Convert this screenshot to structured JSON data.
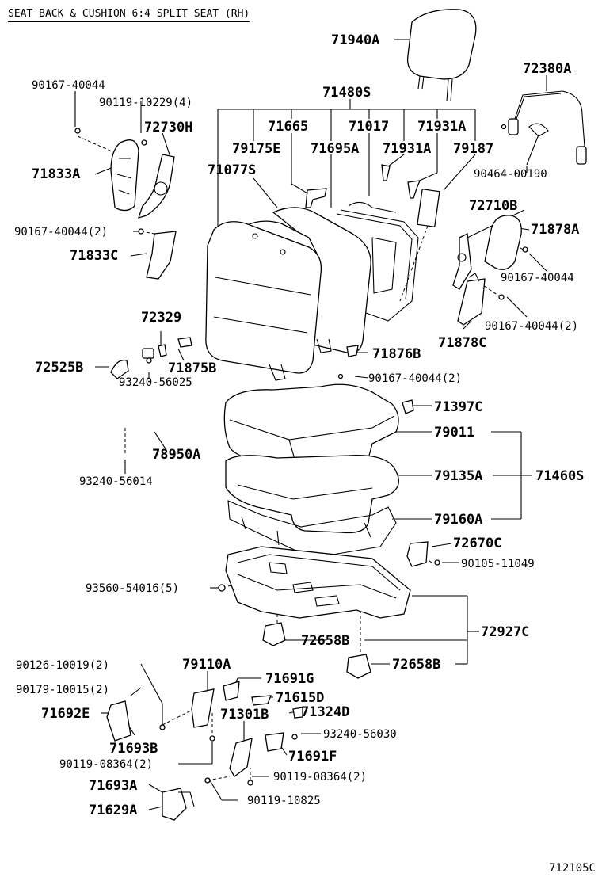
{
  "header": {
    "title": "SEAT BACK & CUSHION 6:4 SPLIT SEAT (RH)"
  },
  "footer": {
    "ref": "712105C"
  },
  "parts": [
    {
      "id": "p71940A",
      "label": "71940A",
      "size": "big"
    },
    {
      "id": "p72380A",
      "label": "72380A",
      "size": "big"
    },
    {
      "id": "p71480S",
      "label": "71480S",
      "size": "big"
    },
    {
      "id": "p90167_40044_a",
      "label": "90167-40044",
      "size": "small"
    },
    {
      "id": "p90119_10229",
      "label": "90119-10229(4)",
      "size": "small"
    },
    {
      "id": "p72730H",
      "label": "72730H",
      "size": "big"
    },
    {
      "id": "p71665",
      "label": "71665",
      "size": "big"
    },
    {
      "id": "p71017",
      "label": "71017",
      "size": "big"
    },
    {
      "id": "p71931A_a",
      "label": "71931A",
      "size": "big"
    },
    {
      "id": "p79175E",
      "label": "79175E",
      "size": "big"
    },
    {
      "id": "p71695A",
      "label": "71695A",
      "size": "big"
    },
    {
      "id": "p71931A_b",
      "label": "71931A",
      "size": "big"
    },
    {
      "id": "p79187",
      "label": "79187",
      "size": "big"
    },
    {
      "id": "p71833A",
      "label": "71833A",
      "size": "big"
    },
    {
      "id": "p71077S",
      "label": "71077S",
      "size": "big"
    },
    {
      "id": "p90464_00190",
      "label": "90464-00190",
      "size": "small"
    },
    {
      "id": "p72710B",
      "label": "72710B",
      "size": "big"
    },
    {
      "id": "p90167_40044_2a",
      "label": "90167-40044(2)",
      "size": "small"
    },
    {
      "id": "p71878A",
      "label": "71878A",
      "size": "big"
    },
    {
      "id": "p71833C",
      "label": "71833C",
      "size": "big"
    },
    {
      "id": "p90167_40044_b",
      "label": "90167-40044",
      "size": "small"
    },
    {
      "id": "p90167_40044_2b",
      "label": "90167-40044(2)",
      "size": "small"
    },
    {
      "id": "p72329",
      "label": "72329",
      "size": "big"
    },
    {
      "id": "p71878C",
      "label": "71878C",
      "size": "big"
    },
    {
      "id": "p72525B",
      "label": "72525B",
      "size": "big"
    },
    {
      "id": "p71875B",
      "label": "71875B",
      "size": "big"
    },
    {
      "id": "p71876B",
      "label": "71876B",
      "size": "big"
    },
    {
      "id": "p93240_56025",
      "label": "93240-56025",
      "size": "small"
    },
    {
      "id": "p90167_40044_2c",
      "label": "90167-40044(2)",
      "size": "small"
    },
    {
      "id": "p71397C",
      "label": "71397C",
      "size": "big"
    },
    {
      "id": "p79011",
      "label": "79011",
      "size": "big"
    },
    {
      "id": "p78950A",
      "label": "78950A",
      "size": "big"
    },
    {
      "id": "p79135A",
      "label": "79135A",
      "size": "big"
    },
    {
      "id": "p71460S",
      "label": "71460S",
      "size": "big"
    },
    {
      "id": "p93240_56014",
      "label": "93240-56014",
      "size": "small"
    },
    {
      "id": "p79160A",
      "label": "79160A",
      "size": "big"
    },
    {
      "id": "p72670C",
      "label": "72670C",
      "size": "big"
    },
    {
      "id": "p90105_11049",
      "label": "90105-11049",
      "size": "small"
    },
    {
      "id": "p93560_54016",
      "label": "93560-54016(5)",
      "size": "small"
    },
    {
      "id": "p72927C",
      "label": "72927C",
      "size": "big"
    },
    {
      "id": "p72658B_a",
      "label": "72658B",
      "size": "big"
    },
    {
      "id": "p72658B_b",
      "label": "72658B",
      "size": "big"
    },
    {
      "id": "p90126_10019",
      "label": "90126-10019(2)",
      "size": "small"
    },
    {
      "id": "p79110A",
      "label": "79110A",
      "size": "big"
    },
    {
      "id": "p71691G",
      "label": "71691G",
      "size": "big"
    },
    {
      "id": "p90179_10015",
      "label": "90179-10015(2)",
      "size": "small"
    },
    {
      "id": "p71615D",
      "label": "71615D",
      "size": "big"
    },
    {
      "id": "p71692E",
      "label": "71692E",
      "size": "big"
    },
    {
      "id": "p71301B",
      "label": "71301B",
      "size": "big"
    },
    {
      "id": "p71324D",
      "label": "71324D",
      "size": "big"
    },
    {
      "id": "p93240_56030",
      "label": "93240-56030",
      "size": "small"
    },
    {
      "id": "p71693B",
      "label": "71693B",
      "size": "big"
    },
    {
      "id": "p71691F",
      "label": "71691F",
      "size": "big"
    },
    {
      "id": "p90119_08364_a",
      "label": "90119-08364(2)",
      "size": "small"
    },
    {
      "id": "p90119_08364_b",
      "label": "90119-08364(2)",
      "size": "small"
    },
    {
      "id": "p71693A",
      "label": "71693A",
      "size": "big"
    },
    {
      "id": "p71629A",
      "label": "71629A",
      "size": "big"
    },
    {
      "id": "p90119_10825",
      "label": "90119-10825",
      "size": "small"
    }
  ]
}
